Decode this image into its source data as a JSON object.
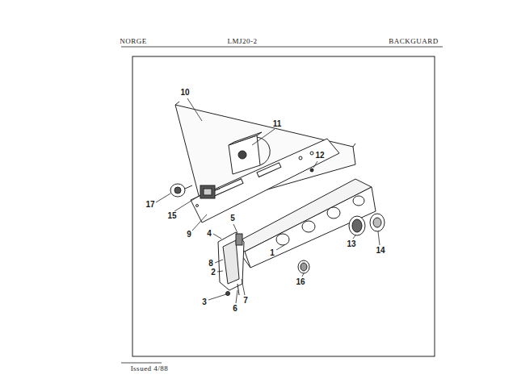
{
  "diagram": {
    "labels": [
      "NORGE",
      "LMJ20-2",
      "BACKGUARD",
      "10",
      "11",
      "12",
      "17",
      "15",
      "9",
      "5",
      "4",
      "8",
      "2",
      "3",
      "6",
      "7",
      "1",
      "16",
      "13",
      "14",
      "Issued 4/88"
    ]
  }
}
